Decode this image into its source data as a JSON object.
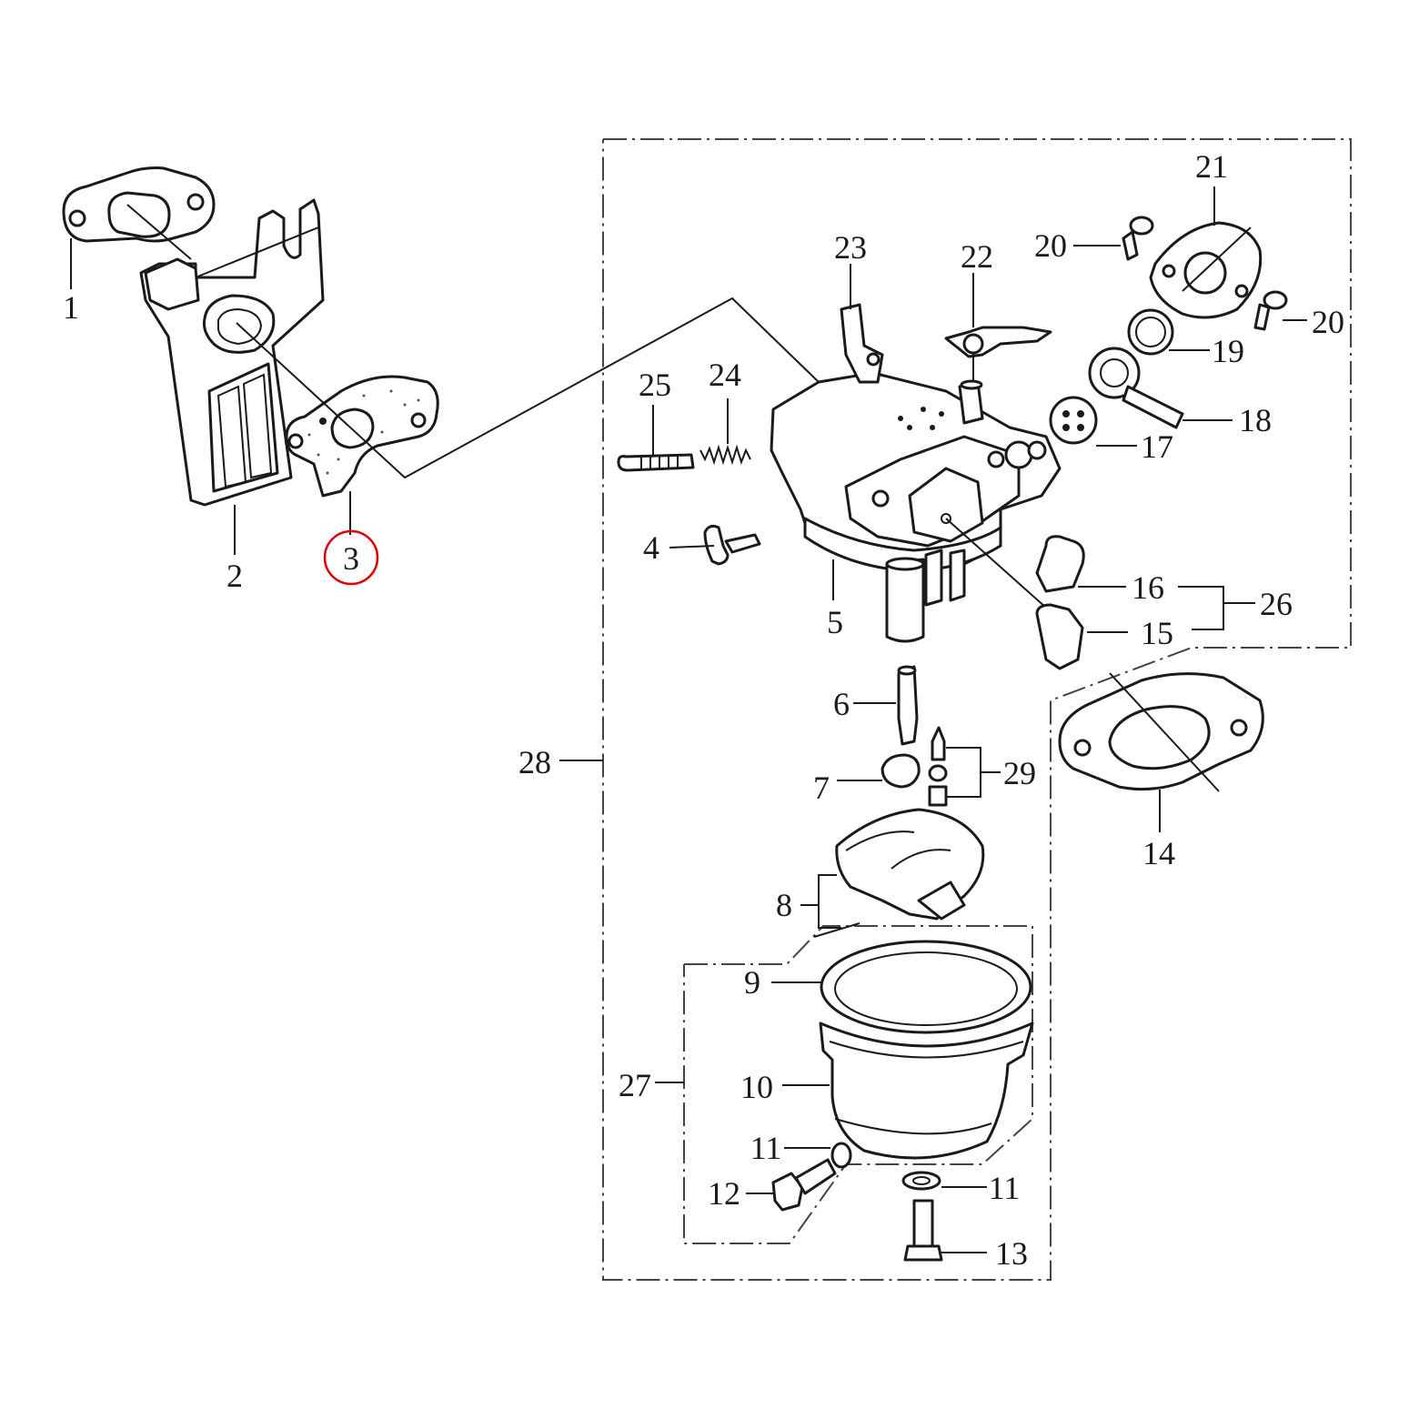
{
  "diagram": {
    "highlight_color": "#e00000",
    "line_color": "#1a1a1a",
    "callouts": [
      {
        "id": "c1",
        "label": "1"
      },
      {
        "id": "c2",
        "label": "2"
      },
      {
        "id": "c3",
        "label": "3",
        "highlighted": true
      },
      {
        "id": "c4",
        "label": "4"
      },
      {
        "id": "c5",
        "label": "5"
      },
      {
        "id": "c6",
        "label": "6"
      },
      {
        "id": "c7",
        "label": "7"
      },
      {
        "id": "c8",
        "label": "8"
      },
      {
        "id": "c9",
        "label": "9"
      },
      {
        "id": "c10",
        "label": "10"
      },
      {
        "id": "c11a",
        "label": "11"
      },
      {
        "id": "c11b",
        "label": "11"
      },
      {
        "id": "c12",
        "label": "12"
      },
      {
        "id": "c13",
        "label": "13"
      },
      {
        "id": "c14",
        "label": "14"
      },
      {
        "id": "c15",
        "label": "15"
      },
      {
        "id": "c16",
        "label": "16"
      },
      {
        "id": "c17",
        "label": "17"
      },
      {
        "id": "c18",
        "label": "18"
      },
      {
        "id": "c19",
        "label": "19"
      },
      {
        "id": "c20a",
        "label": "20"
      },
      {
        "id": "c20b",
        "label": "20"
      },
      {
        "id": "c21",
        "label": "21"
      },
      {
        "id": "c22",
        "label": "22"
      },
      {
        "id": "c23",
        "label": "23"
      },
      {
        "id": "c24",
        "label": "24"
      },
      {
        "id": "c25",
        "label": "25"
      },
      {
        "id": "c26",
        "label": "26"
      },
      {
        "id": "c27",
        "label": "27"
      },
      {
        "id": "c28",
        "label": "28"
      },
      {
        "id": "c29",
        "label": "29"
      }
    ]
  }
}
